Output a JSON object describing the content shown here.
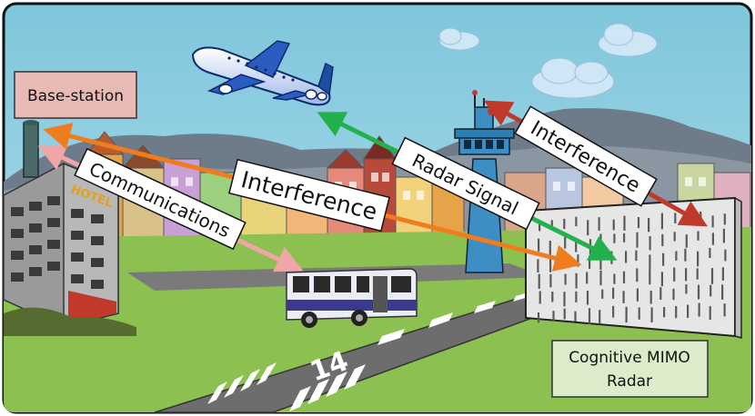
{
  "labels": {
    "base_station": "Base-station",
    "communications": "Communications",
    "interference_main": "Interference",
    "radar_signal": "Radar Signal",
    "interference_tower": "Interference",
    "radar_line1": "Cognitive MIMO",
    "radar_line2": "Radar",
    "hotel_sign": "HOTEL",
    "runway_number": "14"
  },
  "colors": {
    "sky": "#8ecfe0",
    "grass": "#8cc152",
    "base_station_box": "#e9b9b5",
    "radar_box": "#dcebc9",
    "interference_arrow": "#ef7d1e",
    "communications_arrow": "#f0a5a7",
    "radar_signal_arrow": "#22b14c",
    "tower_interference_arrow": "#c0392b"
  },
  "icons": [
    "airplane-icon",
    "control-tower-icon",
    "hotel-building-icon",
    "bus-icon",
    "radar-panel-icon",
    "cell-tower-icon",
    "cloud-icon"
  ]
}
